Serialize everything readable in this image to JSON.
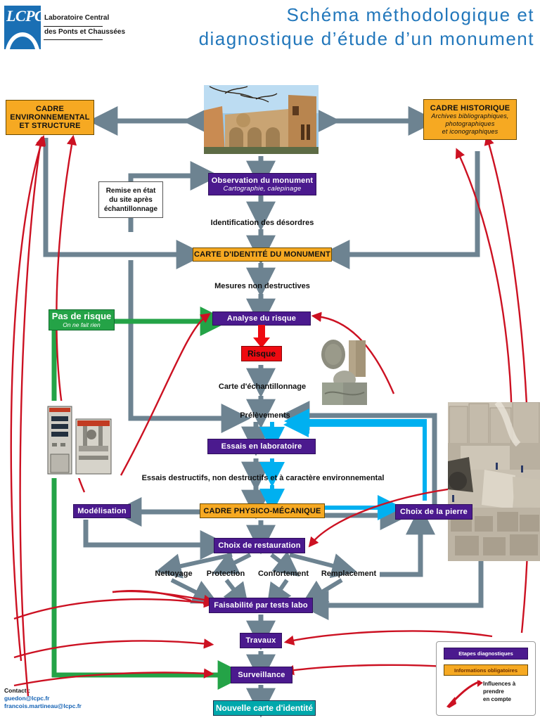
{
  "header": {
    "logo_word": "LCPC",
    "logo_line1": "Laboratoire Central",
    "logo_line2": "des Ponts et Chaussées",
    "title_line1": "Schéma méthodologique et",
    "title_line2": "diagnostique d’étude d’un monument",
    "title_color": "#2277bb"
  },
  "colors": {
    "purple": "#4b1a8e",
    "orange": "#f6a922",
    "red": "#ee0a11",
    "green": "#24a347",
    "cyan": "#00a8ac",
    "gray_arrow": "#6d8391",
    "red_arrow": "#cc1122",
    "blue_arrow": "#00b0f0",
    "green_arrow": "#24a347"
  },
  "nodes": {
    "cadre_env": {
      "title": "CADRE",
      "line2": "ENVIRONNEMENTAL",
      "line3": "ET STRUCTURE"
    },
    "cadre_hist": {
      "title": "CADRE HISTORIQUE",
      "sub1": "Archives bibliographiques,",
      "sub2": "photographiques",
      "sub3": "et iconographiques"
    },
    "remise": {
      "line1": "Remise en état",
      "line2": "du site après",
      "line3": "échantillonnage"
    },
    "observation": {
      "title": "Observation du monument",
      "sub": "Cartographie, calepinage"
    },
    "identification": {
      "label": "Identification des désordres"
    },
    "carte_identite": {
      "label": "CARTE D'IDENTITÉ DU MONUMENT"
    },
    "mesures": {
      "label": "Mesures non destructives"
    },
    "pas_de_risque": {
      "title": "Pas de risque",
      "sub": "On ne fait rien"
    },
    "analyse_risque": {
      "label": "Analyse du risque"
    },
    "risque": {
      "label": "Risque"
    },
    "carte_echantillonnage": {
      "label": "Carte d'échantillonnage"
    },
    "prelevements": {
      "label": "Prélèvements"
    },
    "essais_labo": {
      "label": "Essais en laboratoire"
    },
    "essais_types": {
      "label": "Essais destructifs, non destructifs et à caractère environnemental"
    },
    "modelisation": {
      "label": "Modélisation"
    },
    "cadre_physico": {
      "label": "CADRE PHYSICO-MÉCANIQUE"
    },
    "choix_pierre": {
      "label": "Choix de la pierre"
    },
    "choix_restauration": {
      "label": "Choix de restauration"
    },
    "nettoyage": {
      "label": "Nettoyage"
    },
    "protection": {
      "label": "Protection"
    },
    "confortement": {
      "label": "Confortement"
    },
    "remplacement": {
      "label": "Remplacement"
    },
    "faisabilite": {
      "label": "Faisabilité par tests labo"
    },
    "travaux": {
      "label": "Travaux"
    },
    "surveillance": {
      "label": "Surveillance"
    },
    "nouvelle_carte": {
      "label": "Nouvelle carte d'identité"
    }
  },
  "photos": {
    "monument": "photo-monument-eglise",
    "lab": "photo-machine-essais-laboratoire",
    "cores": "photo-carottes-pierre",
    "quarry": "photo-carriere-pierre"
  },
  "legend": {
    "item1": "Etapes diagnostiques",
    "item2": "Informations obligatoires",
    "item3_line1": "Influences à",
    "item3_line2": "prendre",
    "item3_line3": "en compte"
  },
  "contact": {
    "label": "Contact :",
    "email1": "guedon@lcpc.fr",
    "email2": "francois.martineau@lcpc.fr"
  }
}
